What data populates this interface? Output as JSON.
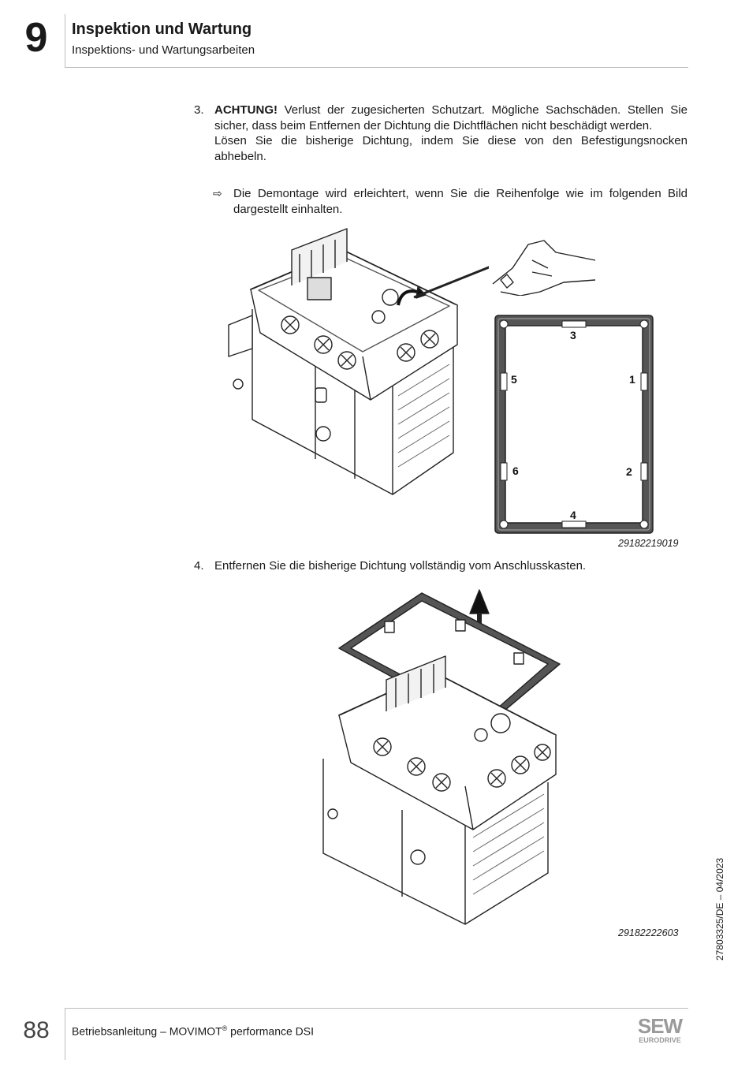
{
  "header": {
    "chapter_number": "9",
    "title": "Inspektion und Wartung",
    "subtitle": "Inspektions- und Wartungsarbeiten"
  },
  "step3": {
    "number": "3.",
    "warning_label": "ACHTUNG!",
    "warning_text": " Verlust der zugesicherten Schutzart. Mögliche Sachschäden. Stellen Sie sicher, dass beim Entfernen der Dichtung die Dichtflächen nicht beschädigt werden.",
    "instruction": "Lösen Sie die bisherige Dichtung, indem Sie diese von den Befestigungsnocken abhebeln.",
    "hint_arrow": "⇨",
    "hint": "Die Demontage wird erleichtert, wenn Sie die Reihenfolge wie im folgenden Bild dargestellt einhalten."
  },
  "figure1": {
    "id": "29182219019",
    "gasket_labels": {
      "top": "3",
      "right_upper": "1",
      "left_upper": "5",
      "left_lower": "6",
      "right_lower": "2",
      "bottom": "4"
    }
  },
  "step4": {
    "number": "4.",
    "text": "Entfernen Sie die bisherige Dichtung vollständig vom Anschlusskasten."
  },
  "figure2": {
    "id": "29182222603"
  },
  "side_doc_id": "27803325/DE – 04/2023",
  "footer": {
    "page_number": "88",
    "text_before": "Betriebsanleitung – MOVIMOT",
    "registered": "®",
    "text_after": " performance DSI",
    "logo_text": "SEW",
    "logo_subtext": "EURODRIVE"
  }
}
